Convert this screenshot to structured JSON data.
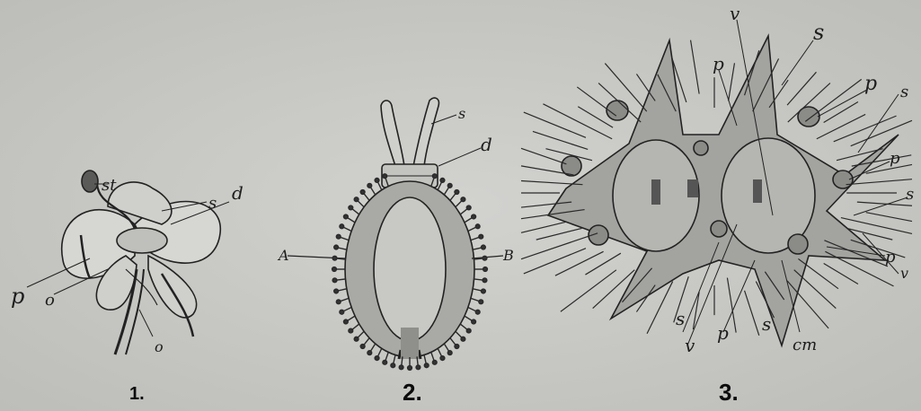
{
  "figures": [
    {
      "number": "1.",
      "labels": [
        "st",
        "s",
        "d",
        "p",
        "o",
        "o"
      ]
    },
    {
      "number": "2.",
      "labels": [
        "s",
        "d",
        "A",
        "B"
      ]
    },
    {
      "number": "3.",
      "labels": [
        "v",
        "s",
        "p",
        "p",
        "s",
        "p",
        "s",
        "p",
        "v",
        "s",
        "v",
        "p",
        "s",
        "cm"
      ]
    }
  ]
}
